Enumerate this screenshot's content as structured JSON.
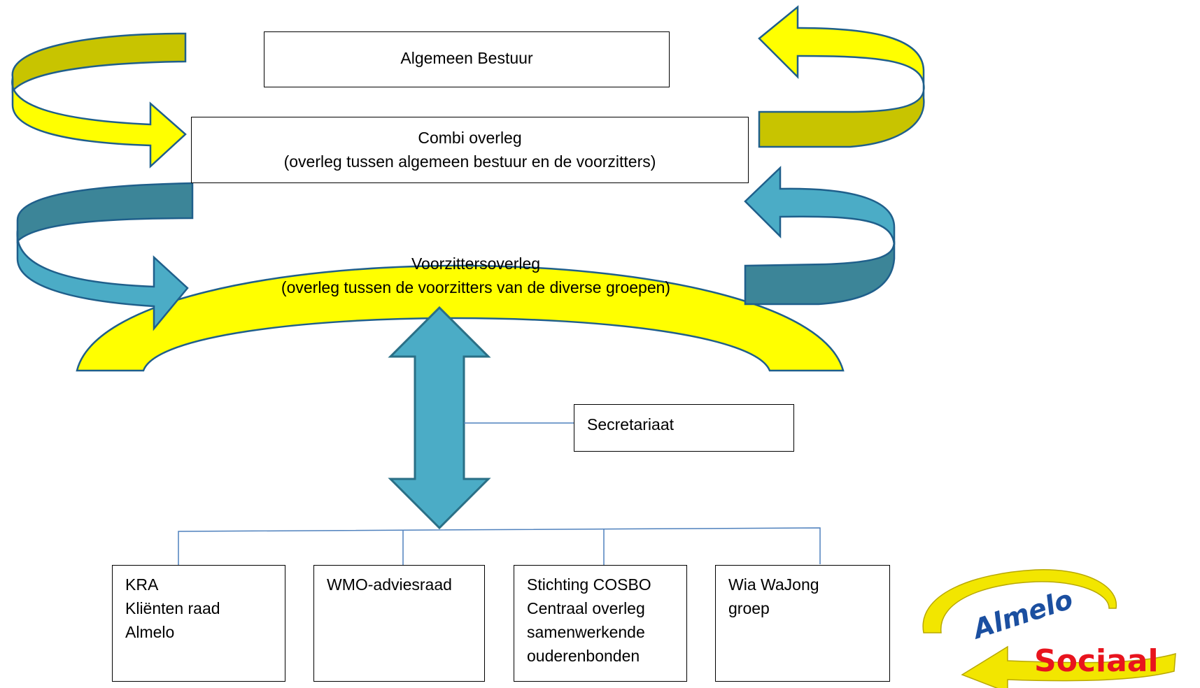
{
  "boxes": {
    "algemeen_bestuur": "Algemeen Bestuur",
    "combi_overleg": {
      "title": "Combi overleg",
      "subtitle": "(overleg tussen algemeen bestuur en de voorzitters)"
    },
    "voorzittersoverleg": {
      "title": "Voorzittersoverleg",
      "subtitle": "(overleg tussen de voorzitters van de diverse groepen)"
    },
    "secretariaat": "Secretariaat"
  },
  "groups": [
    {
      "lines": [
        "KRA",
        "Kliënten raad",
        "Almelo"
      ]
    },
    {
      "lines": [
        "WMO-adviesraad"
      ]
    },
    {
      "lines": [
        "Stichting COSBO",
        "Centraal overleg",
        "samenwerkende",
        "ouderenbonden"
      ]
    },
    {
      "lines": [
        "Wia WaJong",
        "groep"
      ]
    }
  ],
  "logo": {
    "line1": "Almelo",
    "line2": "Sociaal"
  },
  "colors": {
    "yellow": "#FFFF00",
    "yellow_dark": "#C8C400",
    "teal": "#4BACC6",
    "teal_dark": "#3C8598",
    "outline": "#1F5F8B",
    "logo_red": "#E8141E",
    "logo_blue": "#1B4FA0"
  }
}
